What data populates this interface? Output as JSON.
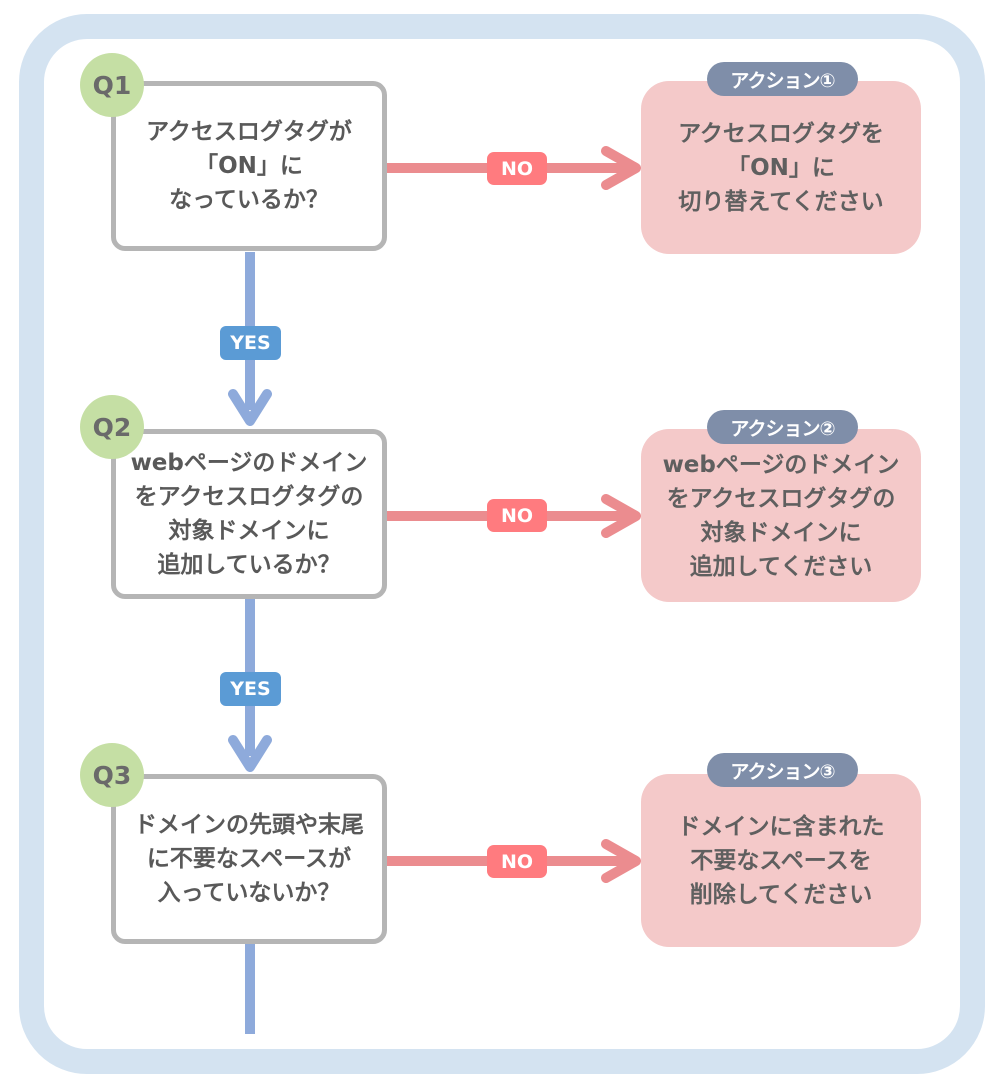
{
  "questions": [
    {
      "id": "Q1",
      "text": "アクセスログタグが\n「ON」に\nなっているか？"
    },
    {
      "id": "Q2",
      "text": "webページのドメイン\nをアクセスログタグの\n対象ドメインに\n追加しているか？"
    },
    {
      "id": "Q3",
      "text": "ドメインの先頭や末尾\nに不要なスペースが\n入っていないか？"
    }
  ],
  "actions": [
    {
      "tag": "アクション①",
      "text": "アクセスログタグを\n「ON」に\n切り替えてください"
    },
    {
      "tag": "アクション②",
      "text": "webページのドメイン\nをアクセスログタグの\n対象ドメインに\n追加してください"
    },
    {
      "tag": "アクション③",
      "text": "ドメインに含まれた\n不要なスペースを\n削除してください"
    }
  ],
  "edges": {
    "no_label": "NO",
    "yes_label": "YES"
  },
  "colors": {
    "frame": "#d4e3f1",
    "question_border": "#b5b5b5",
    "question_badge": "#c5dfa4",
    "action_fill": "#f4c9c9",
    "action_tag": "#7f8ea9",
    "no_badge": "#ff7b7f",
    "no_arrow": "#eb8c8f",
    "yes_badge": "#5b9bd5",
    "yes_arrow": "#8eaadb"
  }
}
